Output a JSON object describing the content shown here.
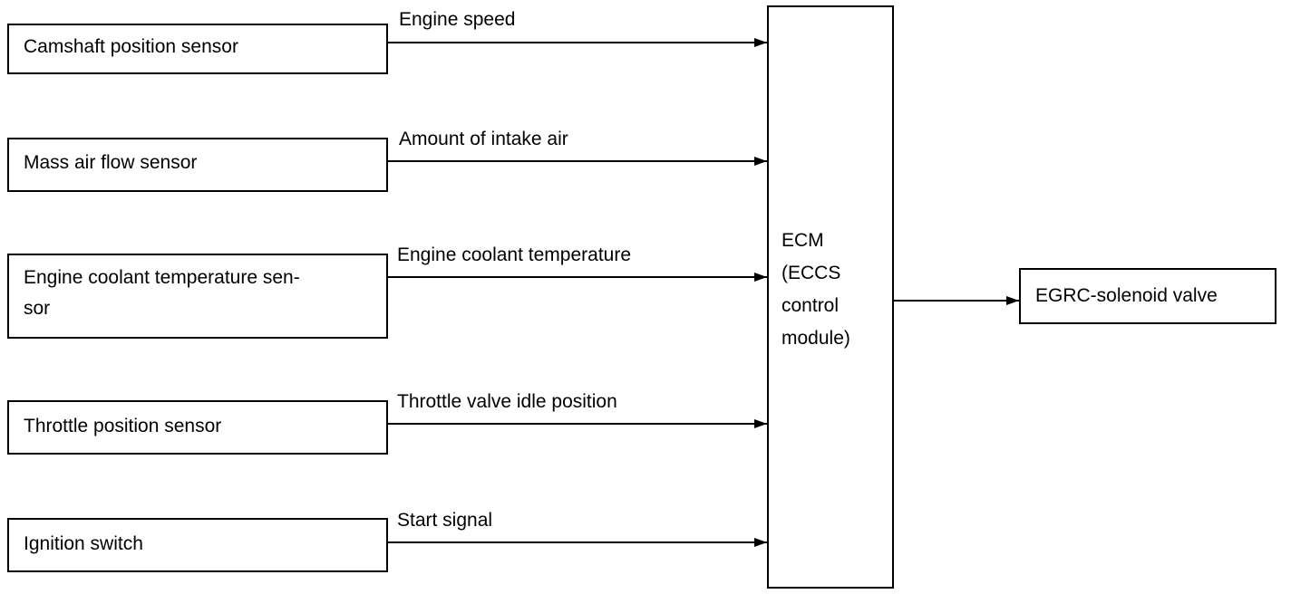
{
  "inputs": [
    {
      "sensor": "Camshaft position sensor",
      "signal": "Engine speed"
    },
    {
      "sensor": "Mass air flow sensor",
      "signal": "Amount of intake air"
    },
    {
      "sensor_line1": "Engine coolant temperature sen-",
      "sensor_line2": "sor",
      "signal": "Engine coolant temperature"
    },
    {
      "sensor": "Throttle position sensor",
      "signal": "Throttle valve idle position"
    },
    {
      "sensor": "Ignition switch",
      "signal": "Start signal"
    }
  ],
  "ecm": {
    "line1": "ECM",
    "line2": "(ECCS",
    "line3": "control",
    "line4": "module)"
  },
  "output": {
    "label": "EGRC-solenoid valve"
  }
}
